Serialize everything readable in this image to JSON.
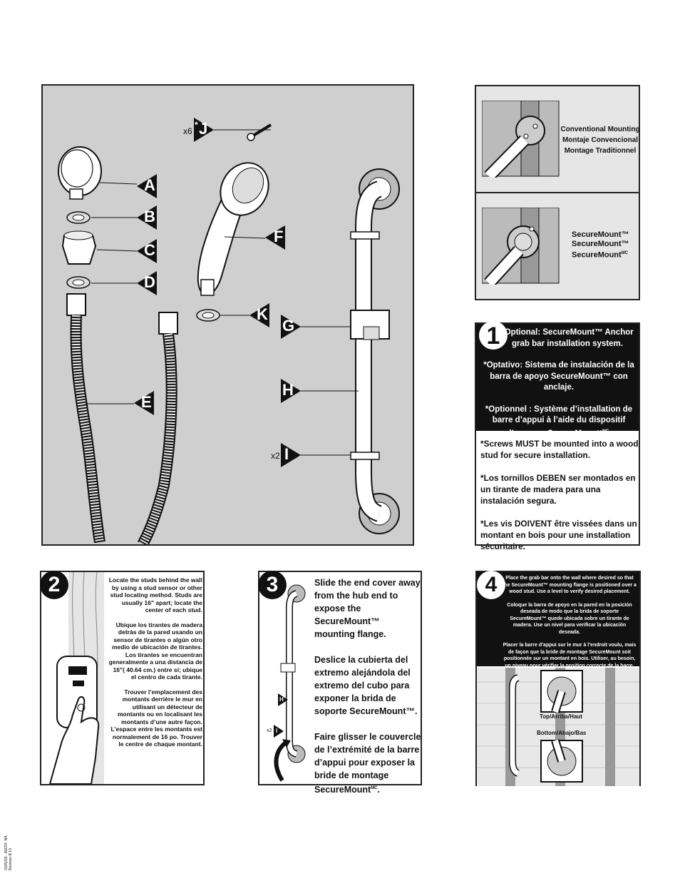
{
  "parts": {
    "A": "A",
    "B": "B",
    "C": "C",
    "D": "D",
    "E": "E",
    "F": "F",
    "G": "G",
    "H": "H",
    "I": "I",
    "J": "J",
    "K": "K",
    "j_qty": "x6",
    "j_star": "*",
    "i_qty": "x2"
  },
  "mounting": {
    "conventional_en": "Conventional Mounting",
    "conventional_es": "Montaje Convencional",
    "conventional_fr": "Montage Traditionnel",
    "securemount_1": "SecureMount™",
    "securemount_2": "SecureMount™",
    "securemount_3": "SecureMount",
    "securemount_3_sup": "MC"
  },
  "step1": {
    "num": "1",
    "opt_en": "*Optional: SecureMount™ Anchor grab bar installation system.",
    "opt_es": "*Optativo: Sistema de instalación de la barra de apoyo SecureMount™ con anclaje.",
    "opt_fr": "*Optionnel : Système d’installation de barre d’appui à l’aide du dispositif d’ancrage SecureMountt",
    "opt_fr_sup": "MC",
    "opt_fr_end": ".",
    "screws_en": "*Screws MUST be mounted into a wood stud for secure installation.",
    "screws_es": "*Los tornillos DEBEN ser montados en un tirante de madera para una instalación segura.",
    "screws_fr": "*Les vis DOIVENT être vissées dans un montant en bois pour une installation sécuritaire."
  },
  "step2": {
    "num": "2",
    "en": "Locate the studs behind the wall by using a stud sensor or other stud locating method. Studs are usually 16\" apart; locate the center of each stud.",
    "es": "Ubique los tirantes de madera detrás de la pared usando un sensor de tirantes o algún otro medio de ubicación de tirantes. Los tirantes se encuentran generalmente a una distancia de 16\"( 40.64 cm.) entre sí; ubique el centro de cada tirante.",
    "fr": "Trouver l’emplacement des montants derrière le mur en utilisant un détecteur de montants ou en localisant les montants d’une autre façon. L’espace entre les montants est normalement de 16 po. Trouver le centre de chaque montant."
  },
  "step3": {
    "num": "3",
    "en": "Slide the end cover away from the hub end to expose the SecureMount™ mounting flange.",
    "es": "Deslice la cubierta del extremo alejándola del extremo del cubo para exponer la brida de soporte SecureMount™.",
    "fr": "Faire glisser le couvercle de l’extrémité de la barre d’appui pour exposer la bride de montage SecureMount",
    "fr_sup": "MC",
    "fr_end": ".",
    "h": "H",
    "i": "I",
    "i_qty": "x2"
  },
  "step4": {
    "num": "4",
    "en": "Place the grab bar onto the wall where desired so that the SecureMount™ mounting flange is positioned over a wood stud. Use a level to verify desired placement.",
    "es": "Coloque la barra de apoyo en la pared en la posición deseada de modo que la brida de soporte SecureMount™ quede ubicada sobre un tirante de madera. Use un nivel para verificar la ubicación deseada.",
    "fr": "Placer la barre d’appui sur le mur à l’endroit voulu, mais de façon que la bride de montage SecureMount soit positionnée sur un montant en bois. Utiliser, au besoin, un niveau pour vérifier la position correcte de la barre.",
    "top": "Top/Arriba/Haut",
    "bottom": "Bottom/Abajo/Bas"
  },
  "footer": {
    "code": "0105233 - INSTR. NA",
    "code2": "Revision B 10"
  }
}
